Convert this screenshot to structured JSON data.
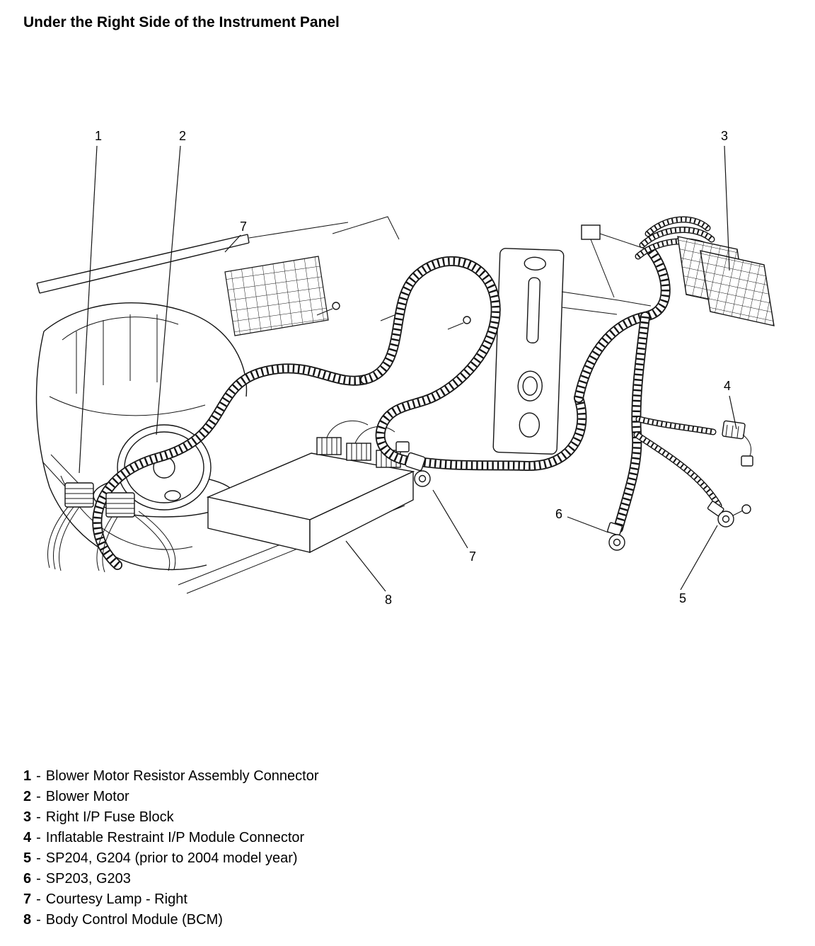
{
  "page": {
    "title": "Under the Right Side of the Instrument Panel"
  },
  "diagram": {
    "callouts": [
      {
        "n": "1"
      },
      {
        "n": "2"
      },
      {
        "n": "3"
      },
      {
        "n": "7"
      },
      {
        "n": "4"
      },
      {
        "n": "6"
      },
      {
        "n": "7"
      },
      {
        "n": "5"
      },
      {
        "n": "8"
      }
    ]
  },
  "legend": {
    "separator": "-",
    "items": [
      {
        "num": "1",
        "label": "Blower Motor Resistor Assembly Connector"
      },
      {
        "num": "2",
        "label": "Blower Motor"
      },
      {
        "num": "3",
        "label": "Right I/P Fuse Block"
      },
      {
        "num": "4",
        "label": "Inflatable Restraint I/P Module Connector"
      },
      {
        "num": "5",
        "label": "SP204, G204 (prior to 2004 model year)"
      },
      {
        "num": "6",
        "label": "SP203, G203"
      },
      {
        "num": "7",
        "label": "Courtesy Lamp - Right"
      },
      {
        "num": "8",
        "label": "Body Control Module (BCM)"
      }
    ]
  }
}
